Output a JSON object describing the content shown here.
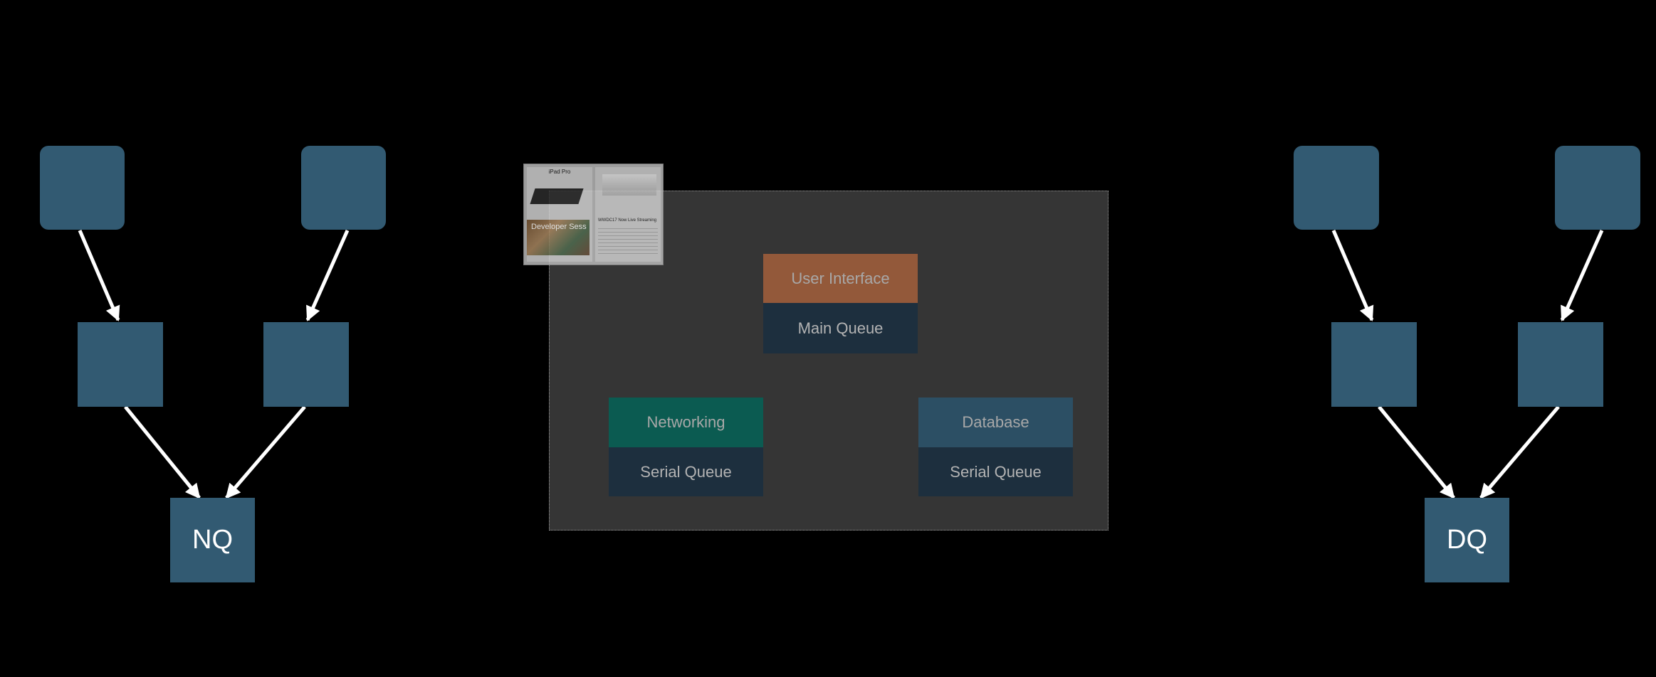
{
  "left_tree": {
    "sink_label": "NQ"
  },
  "right_tree": {
    "sink_label": "DQ"
  },
  "panel": {
    "queues": [
      {
        "name": "User Interface",
        "queue": "Main Queue",
        "color": "#93593a",
        "queue_color": "#1d2f3e"
      },
      {
        "name": "Networking",
        "queue": "Serial Queue",
        "color": "#0b5b51",
        "queue_color": "#1d2f3e"
      },
      {
        "name": "Database",
        "queue": "Serial Queue",
        "color": "#2c4f64",
        "queue_color": "#1d2f3e"
      }
    ],
    "thumbnail": {
      "title": "iPad Pro",
      "photo_label": "Developer Sess",
      "headline": "WWDC17 Now Live Streaming"
    }
  },
  "colors": {
    "node": "#325a72",
    "background": "#000000",
    "arrow": "#ffffff"
  }
}
